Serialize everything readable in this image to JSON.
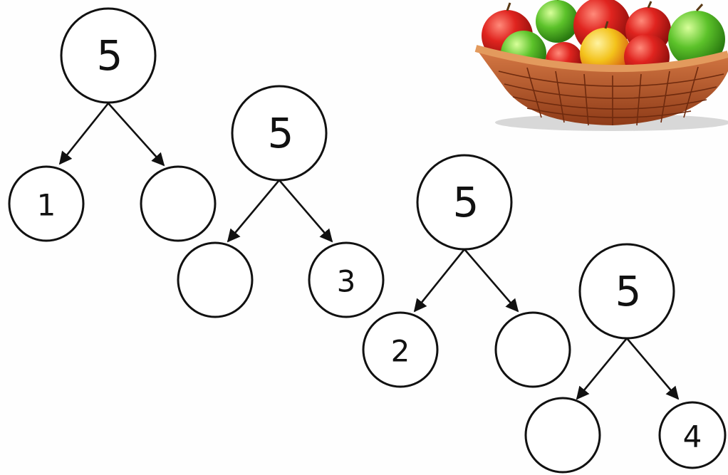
{
  "colors": {
    "ink": "#111111",
    "apple_red": "#d9201f",
    "apple_green": "#5cc22a",
    "apple_yellow": "#f3c21b",
    "basket": "#b4582a"
  },
  "trees": [
    {
      "whole": "5",
      "left": "1",
      "right": ""
    },
    {
      "whole": "5",
      "left": "",
      "right": "3"
    },
    {
      "whole": "5",
      "left": "2",
      "right": ""
    },
    {
      "whole": "5",
      "left": "",
      "right": "4"
    }
  ],
  "illustration": {
    "icon": "apple-basket-icon"
  }
}
